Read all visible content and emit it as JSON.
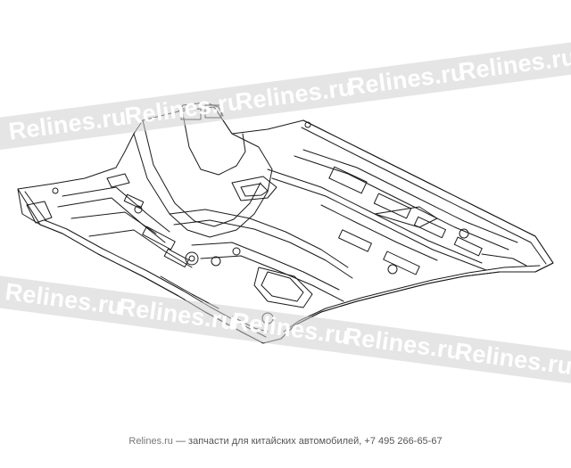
{
  "watermark": {
    "text": "Relines.ru",
    "band_color": "#cfcfcf",
    "text_color": "#ffffff"
  },
  "footer": {
    "brand": "Relines.ru",
    "text": " — запчасти для китайских автомобилей, +7 495 266-65-67"
  },
  "diagram": {
    "subject": "vehicle floor panel line drawing",
    "stroke_color": "#1a1a1a"
  }
}
